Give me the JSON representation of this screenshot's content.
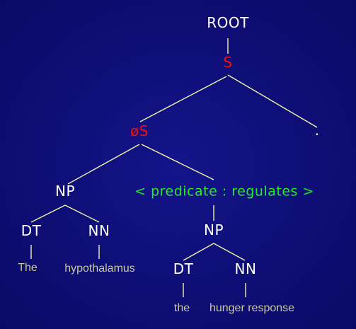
{
  "tree": {
    "root": "ROOT",
    "s": "S",
    "os": "øS",
    "period": ".",
    "np_subject": "NP",
    "predicate": "< predicate : regulates >",
    "dt_subject": "DT",
    "nn_subject": "NN",
    "np_object": "NP",
    "dt_object": "DT",
    "nn_object": "NN",
    "word_the_subject": "The",
    "word_hypothalamus": "hypothalamus",
    "word_the_object": "the",
    "word_hunger_response": "hunger response"
  },
  "colors": {
    "background": "#0f0f7a",
    "node_label": "#ffffff",
    "highlight_node": "#ee1111",
    "predicate": "#22ee22",
    "word": "#c9c99a",
    "edge": "#f2f2a8"
  }
}
